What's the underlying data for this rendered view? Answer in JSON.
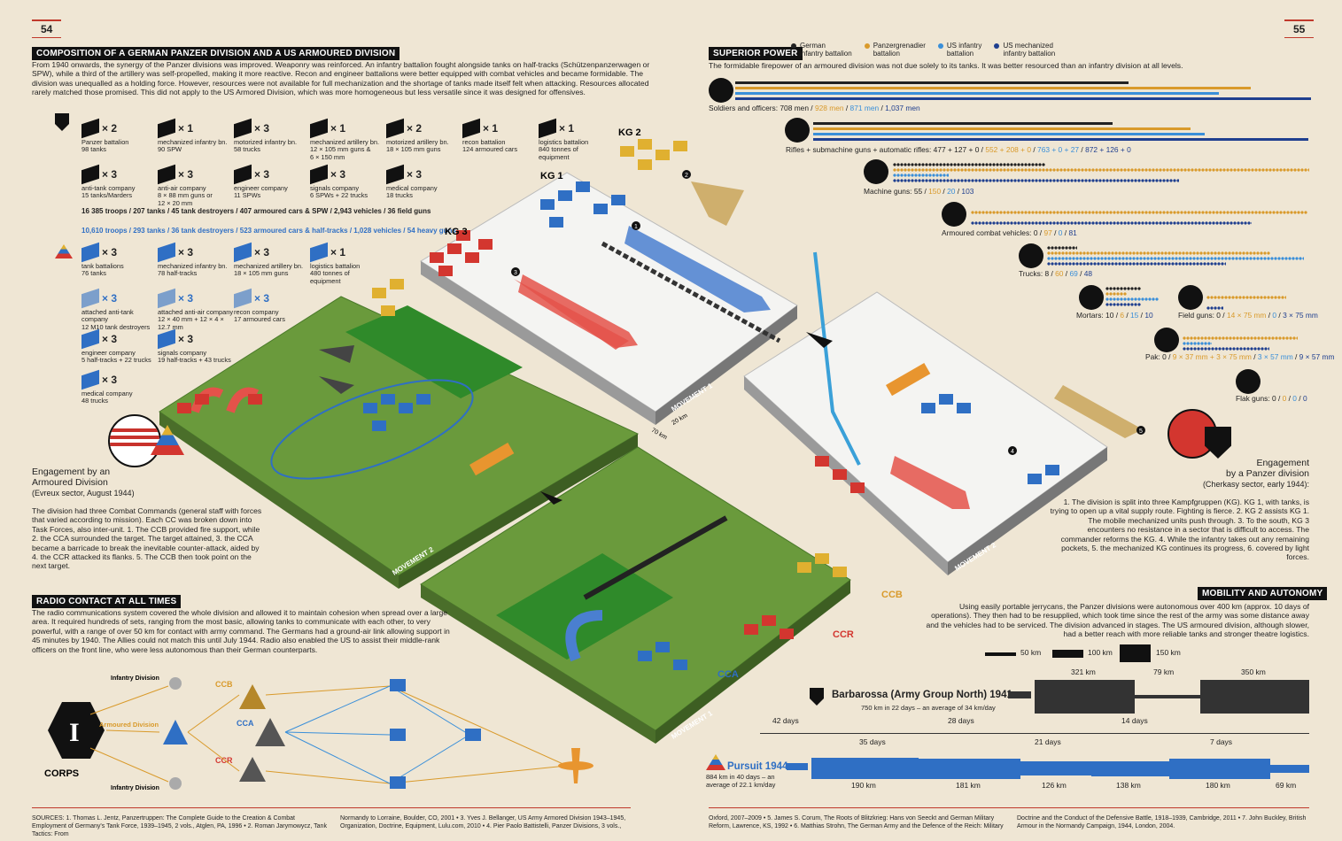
{
  "pages": {
    "left": "54",
    "right": "55"
  },
  "composition": {
    "title": "COMPOSITION OF A GERMAN PANZER DIVISION AND A US ARMOURED DIVISION",
    "intro": "From 1940 onwards, the synergy of the Panzer divisions was improved. Weaponry was reinforced. An infantry battalion fought alongside tanks on half-tracks (Schützenpanzerwagen or SPW), while a third of the artillery was self-propelled, making it more reactive. Recon and engineer battalions were better equipped with combat vehicles and became formidable. The division was unequalled as a holding force. However, resources were not available for full mechanization and the shortage of tanks made itself felt when attacking. Resources allocated rarely matched those promised. This did not apply to the US Armored Division, which was more homogeneous but less versatile since it was designed for offensives.",
    "german_units": [
      {
        "mult": "× 2",
        "label": "Panzer battalion\n98 tanks"
      },
      {
        "mult": "× 1",
        "label": "mechanized infantry bn.\n90 SPW"
      },
      {
        "mult": "× 3",
        "label": "motorized infantry bn.\n58 trucks"
      },
      {
        "mult": "× 1",
        "label": "mechanized artillery bn.\n12 × 105 mm guns &\n6 × 150 mm"
      },
      {
        "mult": "× 2",
        "label": "motorized artillery bn.\n18 × 105 mm guns"
      },
      {
        "mult": "× 1",
        "label": "recon battalion\n124 armoured cars"
      },
      {
        "mult": "× 1",
        "label": "logistics battalion\n840 tonnes of\nequipment"
      },
      {
        "mult": "× 3",
        "label": "anti-tank company\n15 tanks/Marders"
      },
      {
        "mult": "× 3",
        "label": "anti-air company\n8 × 88 mm guns or\n12 × 20 mm"
      },
      {
        "mult": "× 3",
        "label": "engineer company\n11 SPWs"
      },
      {
        "mult": "× 3",
        "label": "signals company\n6 SPWs + 22 trucks"
      },
      {
        "mult": "× 3",
        "label": "medical company\n18 trucks"
      }
    ],
    "german_totals": "16 385 troops / 207 tanks / 45 tank destroyers / 407 armoured cars & SPW / 2,943 vehicles / 36 field guns",
    "us_totals": "10,610 troops / 293 tanks / 36 tank destroyers / 523 armoured cars & half-tracks / 1,028 vehicles / 54 heavy guns",
    "us_units": [
      {
        "mult": "× 3",
        "label": "tank battalions\n76 tanks"
      },
      {
        "mult": "× 3",
        "label": "mechanized infantry bn.\n78 half-tracks"
      },
      {
        "mult": "× 3",
        "label": "mechanized artillery bn.\n18 × 105 mm guns"
      },
      {
        "mult": "× 1",
        "label": "logistics battalion\n480 tonnes of\nequipment"
      },
      {
        "mult": "× 3",
        "label": "attached anti-tank company\n12 M10 tank destroyers"
      },
      {
        "mult": "× 3",
        "label": "attached anti-air company\n12 × 40 mm + 12 × 4 × 12.7 mm"
      },
      {
        "mult": "× 3",
        "label": "recon company\n17 armoured cars"
      },
      {
        "mult": "× 3",
        "label": "engineer company\n5 half-tracks + 22 trucks"
      },
      {
        "mult": "× 3",
        "label": "signals company\n19 half-tracks + 43 trucks"
      },
      {
        "mult": "× 3",
        "label": "medical company\n48 trucks"
      }
    ]
  },
  "map": {
    "kg2": "KG 2",
    "kg1": "KG 1",
    "kg3": "KG 3",
    "movement1": "MOVEMENT 1",
    "movement2": "MOVEMENT 2",
    "cca": "CCA",
    "ccb": "CCB",
    "ccr": "CCR",
    "scale_a": "70 km",
    "scale_b": "20 km",
    "markers": [
      "1",
      "2",
      "3",
      "4",
      "5"
    ]
  },
  "us_engagement": {
    "title": "Engagement by an\nArmoured Division",
    "subtitle": "(Evreux sector, August 1944)",
    "text": "The division had three Combat Commands (general staff with forces that varied according to mission). Each CC was broken down into Task Forces, also inter-unit. 1. The CCB provided fire support, while 2. the CCA surrounded the target. The target attained, 3. the CCA became a barricade to break the inevitable counter-attack, aided by 4. the CCR attacked its flanks. 5. The CCB then took point on the next target."
  },
  "german_engagement": {
    "title": "Engagement\nby a Panzer division",
    "subtitle": "(Cherkasy sector, early 1944):",
    "text": "1. The division is split into three Kampfgruppen (KG). KG 1, with tanks, is trying to open up a vital supply route. Fighting is fierce. 2. KG 2 assists KG 1. The mobile mechanized units push through. 3. To the south, KG 3 encounters no resistance in a sector that is difficult to access. The commander reforms the KG. 4. While the infantry takes out any remaining pockets, 5. the mechanized KG continues its progress, 6. covered by light forces."
  },
  "radio": {
    "title": "RADIO CONTACT AT ALL TIMES",
    "text": "The radio communications system covered the whole division and allowed it to maintain cohesion when spread over a large area. It required hundreds of sets, ranging from the most basic, allowing tanks to communicate with each other, to very powerful, with a range of over 50 km for contact with army command. The Germans had a ground-air link allowing support in 45 minutes by 1940. The Allies could not match this until July 1944. Radio also enabled the US to assist their middle-rank officers on the front line, who were less autonomous than their German counterparts.",
    "corps_symbol": "I",
    "corps_label": "CORPS",
    "infantry_top": "Infantry Division",
    "armoured": "Armoured Division",
    "infantry_bottom": "Infantry Division",
    "ccb": "CCB",
    "cca": "CCA",
    "ccr": "CCR"
  },
  "superior": {
    "title": "SUPERIOR POWER",
    "legend": [
      {
        "label": "German\ninfantry battalion",
        "color": "#222222"
      },
      {
        "label": "Panzergrenadier\nbattalion",
        "color": "#d99a2b"
      },
      {
        "label": "US infantry\nbattalion",
        "color": "#3a8fd9"
      },
      {
        "label": "US mechanized\ninfantry battalion",
        "color": "#1f3f8f"
      }
    ],
    "intro": "The formidable firepower of an armoured division was not due solely to its tanks. It was better resourced than an infantry division at all levels.",
    "stats": [
      {
        "label": "Soldiers and officers:",
        "values": [
          "708 men",
          "928 men",
          "871 men",
          "1,037 men"
        ],
        "num": [
          708,
          928,
          871,
          1037
        ]
      },
      {
        "label": "Rifles + submachine guns + automatic rifles:",
        "values": [
          "477 + 127 + 0",
          "552 + 208 + 0",
          "763 + 0 + 27",
          "872 + 126 + 0"
        ],
        "num": [
          604,
          760,
          790,
          998
        ]
      },
      {
        "label": "Machine guns:",
        "values": [
          "55",
          "150",
          "20",
          "103"
        ],
        "num": [
          55,
          150,
          20,
          103
        ]
      },
      {
        "label": "Armoured combat vehicles:",
        "values": [
          "0",
          "97",
          "0",
          "81"
        ],
        "num": [
          0,
          97,
          0,
          81
        ]
      },
      {
        "label": "Trucks:",
        "values": [
          "8",
          "60",
          "69",
          "48"
        ],
        "num": [
          8,
          60,
          69,
          48
        ]
      },
      {
        "label": "Mortars:",
        "values": [
          "10",
          "6",
          "15",
          "10"
        ],
        "num": [
          10,
          6,
          15,
          10
        ]
      },
      {
        "label": "Field guns:",
        "values": [
          "0",
          "14 × 75 mm",
          "0",
          "3 × 75 mm"
        ],
        "num": [
          0,
          14,
          0,
          3
        ]
      },
      {
        "label": "Pak:",
        "values": [
          "0",
          "9 × 37 mm + 3 × 75 mm",
          "3 × 57 mm",
          "9 × 57 mm"
        ],
        "num": [
          0,
          12,
          3,
          9
        ]
      },
      {
        "label": "Flak guns:",
        "values": [
          "0",
          "0",
          "0",
          "0"
        ],
        "num": [
          0,
          0,
          0,
          0
        ]
      }
    ]
  },
  "mobility": {
    "title": "MOBILITY AND AUTONOMY",
    "text": "Using easily portable jerrycans, the Panzer divisions were autonomous over 400 km (approx. 10 days of operations). They then had to be resupplied, which took time since the rest of the army was some distance away and the vehicles had to be serviced. The division advanced in stages. The US armoured division, although slower, had a better reach with more reliable tanks and stronger theatre logistics.",
    "scale": [
      "50 km",
      "100 km",
      "150 km"
    ],
    "barbarossa_title": "Barbarossa (Army Group North) 1941",
    "barbarossa_sub": "750 km in 22 days – an average of 34 km/day",
    "barbarossa_km": [
      "321 km",
      "79 km",
      "350 km"
    ],
    "barbarossa_km_num": [
      321,
      79,
      350
    ],
    "days_top": [
      "42 days",
      "28 days",
      "14 days"
    ],
    "days_bottom": [
      "35 days",
      "21 days",
      "7 days"
    ],
    "pursuit_title": "Pursuit 1944",
    "pursuit_sub": "884 km in 40 days – an\naverage of 22.1 km/day",
    "pursuit_km": [
      "190 km",
      "181 km",
      "126 km",
      "138 km",
      "180 km",
      "69 km"
    ],
    "pursuit_km_num": [
      190,
      181,
      126,
      138,
      180,
      69
    ]
  },
  "sources": {
    "col1": "SOURCES: 1. Thomas L. Jentz, Panzertruppen: The Complete Guide to the Creation & Combat Employment of Germany's Tank Force, 1939–1945, 2 vols., Atglen, PA, 1996 • 2. Roman Jarymowycz, Tank Tactics: From",
    "col2": "Normandy to Lorraine, Boulder, CO, 2001 • 3. Yves J. Bellanger, US Army Armored Division 1943–1945, Organization, Doctrine, Equipment, Lulu.com, 2010 • 4. Pier Paolo Battistelli, Panzer Divisions, 3 vols.,",
    "col3": "Oxford, 2007–2009 • 5. James S. Corum, The Roots of Blitzkrieg: Hans von Seeckt and German Military Reform, Lawrence, KS, 1992 • 6. Matthias Strohn, The German Army and the Defence of the Reich: Military",
    "col4": "Doctrine and the Conduct of the Defensive Battle, 1918–1939, Cambridge, 2011 • 7. John Buckley, British Armour in the Normandy Campaign, 1944, London, 2004."
  }
}
